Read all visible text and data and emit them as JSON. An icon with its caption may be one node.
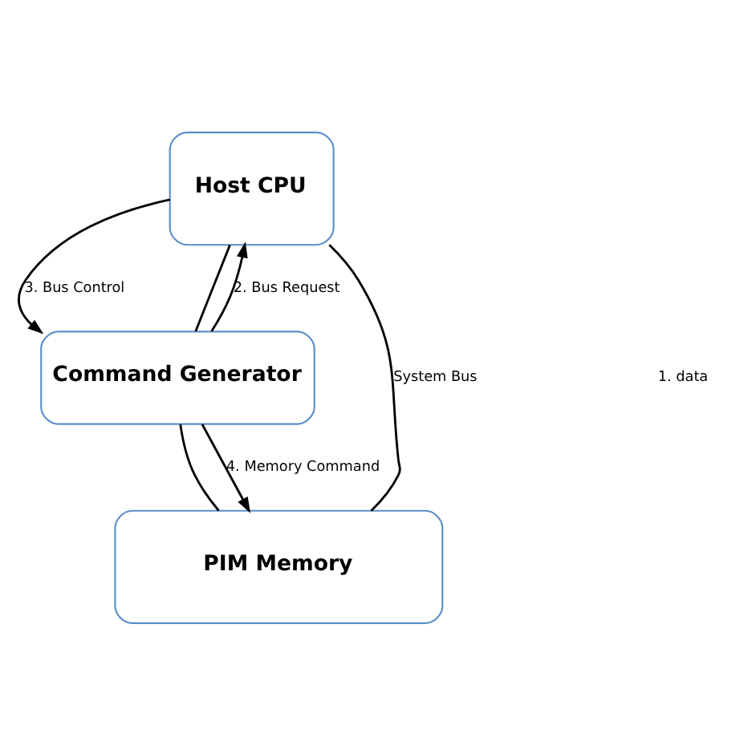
{
  "diagram": {
    "nodes": [
      {
        "text": [
          "Host CPU"
        ]
      },
      {
        "text": [
          "Command Generator"
        ]
      },
      {
        "text": [
          "PIM Memory"
        ]
      }
    ],
    "edges": [
      {
        "from": 0,
        "to": 1,
        "arrow": "to",
        "label": "3. Bus Control"
      },
      {
        "from": 0,
        "to": 1,
        "arrow": "none"
      },
      {
        "from": 1,
        "to": 0,
        "arrow": "to",
        "label": "2. Bus Request"
      },
      {
        "from": 0,
        "to": 2,
        "arrow": "none",
        "label": "System Bus"
      },
      {
        "from": 1,
        "to": 2,
        "arrow": "none"
      },
      {
        "from": 1,
        "to": 2,
        "arrow": "to",
        "label": "4. Memory Command"
      }
    ],
    "labels": [
      "1. data"
    ]
  }
}
